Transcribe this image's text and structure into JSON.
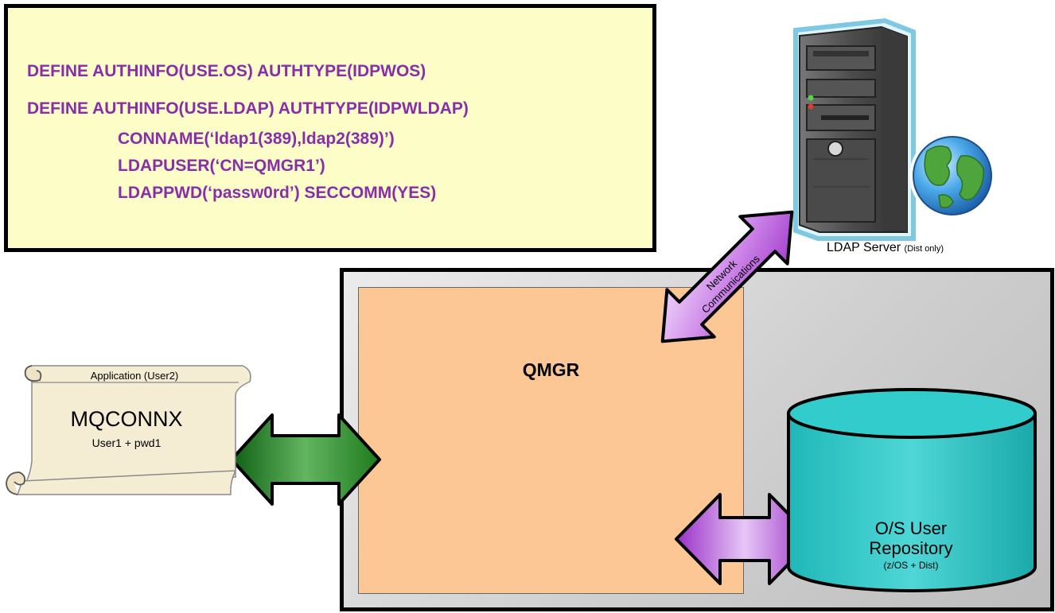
{
  "config": {
    "lines": [
      "DEFINE AUTHINFO(USE.OS) AUTHTYPE(IDPWOS)",
      "DEFINE AUTHINFO(USE.LDAP) AUTHTYPE(IDPWLDAP)",
      "CONNAME(‘ldap1(389),ldap2(389)’)",
      "LDAPUSER(‘CN=QMGR1’)",
      "LDAPPWD(‘passw0rd’) SECCOMM(YES)"
    ],
    "text_color": "#8a2ea8",
    "background": "#fdfdc8"
  },
  "ldap": {
    "label": "LDAP Server",
    "note": "(Dist only)",
    "icons": [
      "server-tower-icon",
      "globe-icon"
    ]
  },
  "network": {
    "line1": "Network",
    "line2": "Communications"
  },
  "qmgr": {
    "label": "QMGR",
    "inner_color": "#fcc795"
  },
  "application": {
    "title": "Application (User2)",
    "call": "MQCONNX",
    "credentials": "User1 + pwd1",
    "icon": "scroll-icon"
  },
  "repository": {
    "line1": "O/S User",
    "line2": "Repository",
    "note": "(z/OS + Dist)",
    "icon": "database-cylinder-icon",
    "color": "#33cccc"
  },
  "arrows": {
    "app_arrow_color": "#1e7a1e",
    "purple_arrow_color": "#b44ad8"
  }
}
